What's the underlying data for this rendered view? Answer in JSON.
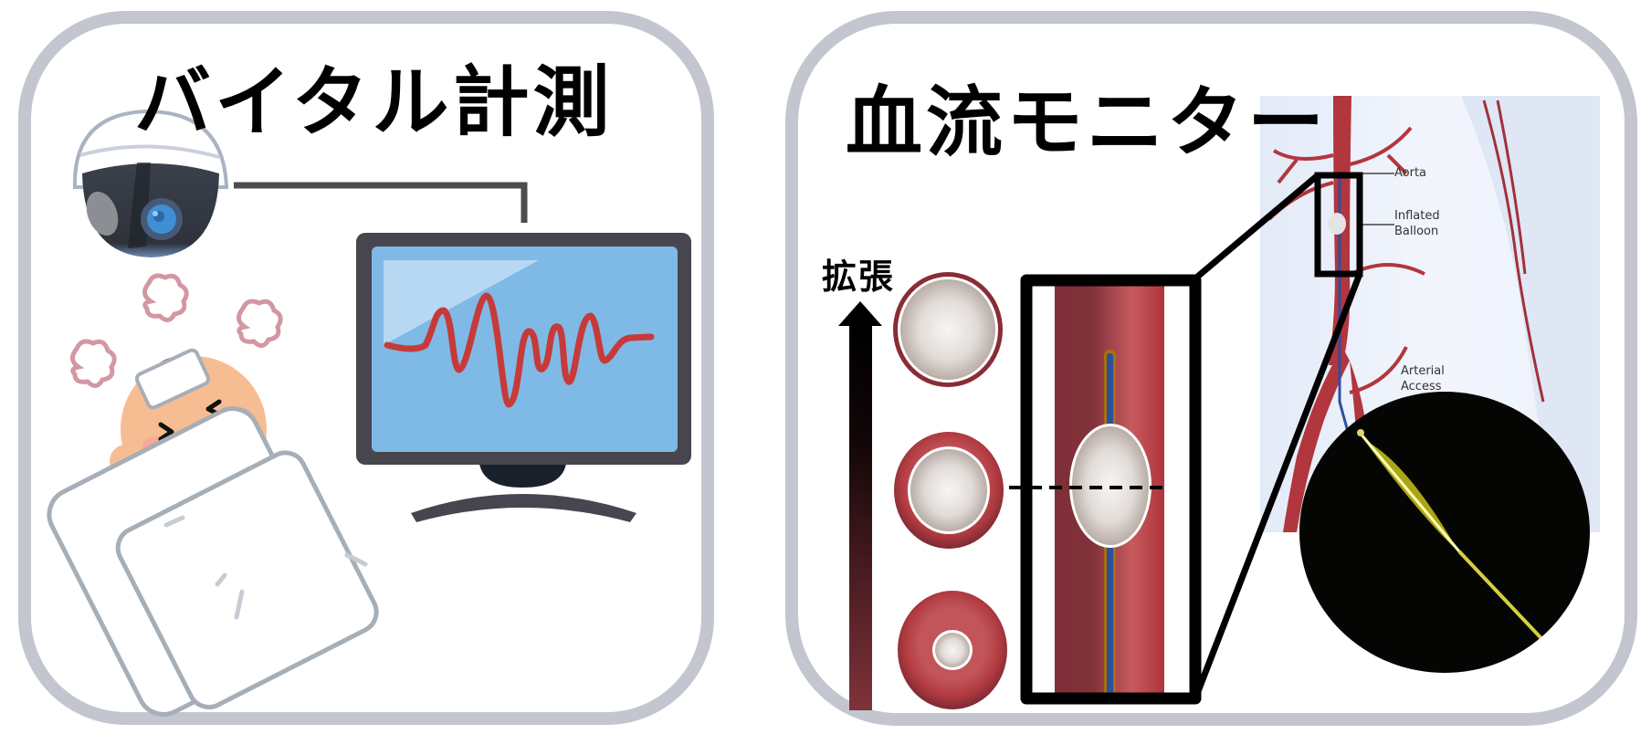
{
  "left_panel": {
    "title": "バイタル計測",
    "illustration": [
      "dome-camera",
      "cable",
      "vital-monitor",
      "sick-baby-in-futon"
    ],
    "monitor": {
      "screen_color": "#7fb9e6",
      "waveform_color": "#c63a3a",
      "frame_color": "#47464e"
    }
  },
  "right_panel": {
    "title": "血流モニター",
    "expand_label": "拡張",
    "cross_sections": [
      "dilated",
      "balloon-fit",
      "narrow"
    ],
    "anatomy_labels": {
      "aorta": "Aorta",
      "balloon_line1": "Inflated",
      "balloon_line2": "Balloon",
      "access_line1": "Arterial",
      "access_line2": "Access"
    },
    "colors": {
      "vessel": "#a8363d",
      "vessel_light": "#c85a5e",
      "catheter": "#2d4fa0",
      "catheter_outline": "#a8700a",
      "balloon_photo": "#e8e020"
    }
  },
  "colors": {
    "panel_border": "#c3c6cf",
    "background": "#ffffff",
    "text": "#000000"
  }
}
